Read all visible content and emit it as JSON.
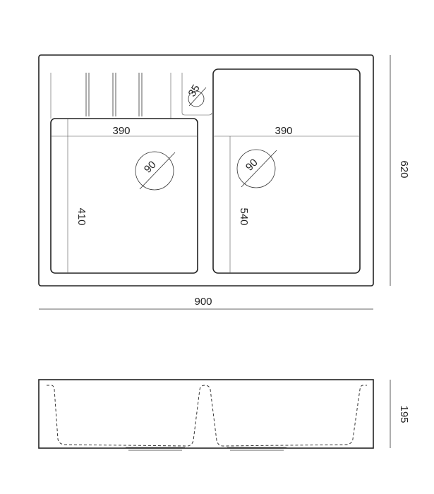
{
  "top_view": {
    "overall_width": "900",
    "overall_depth": "620",
    "left_bowl": {
      "width": "390",
      "depth": "410",
      "drain_diameter": "90"
    },
    "right_bowl": {
      "width": "390",
      "depth": "540",
      "drain_diameter": "90"
    },
    "tap_hole_diameter": "35"
  },
  "side_view": {
    "height": "195"
  },
  "colors": {
    "line": "#222222",
    "background": "#ffffff"
  }
}
